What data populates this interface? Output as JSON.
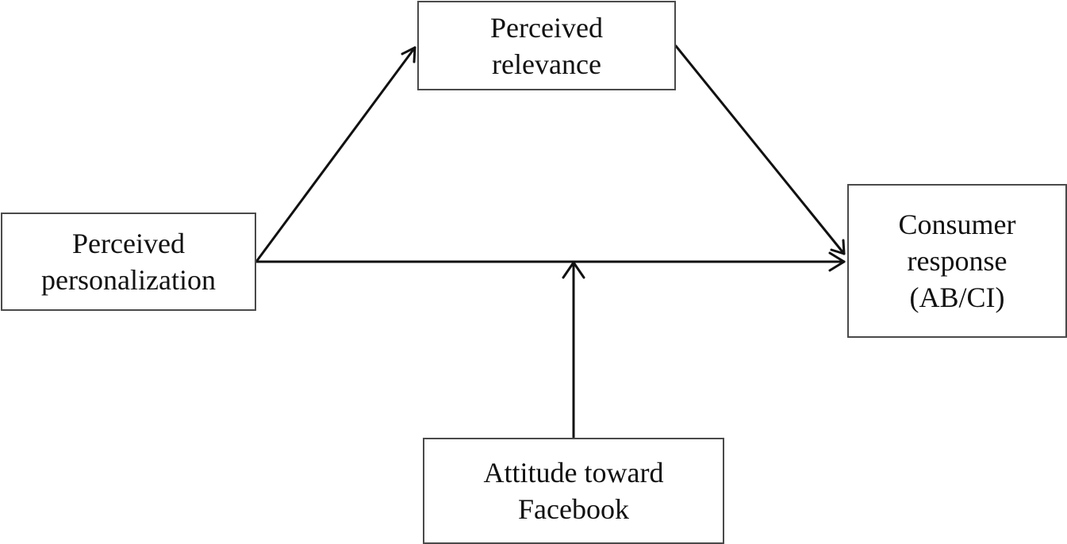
{
  "diagram": {
    "nodes": {
      "relevance": {
        "label": "Perceived\nrelevance"
      },
      "personalization": {
        "label": "Perceived\npersonalization"
      },
      "response": {
        "label": "Consumer\nresponse\n(AB/CI)"
      },
      "attitude": {
        "label": "Attitude toward\nFacebook"
      }
    },
    "edges": [
      {
        "from": "personalization",
        "to": "relevance"
      },
      {
        "from": "relevance",
        "to": "response"
      },
      {
        "from": "personalization",
        "to": "response"
      },
      {
        "from": "attitude",
        "to": "personalization-response-path"
      }
    ],
    "colors": {
      "line": "#111111",
      "box_border": "#4a4a4a"
    }
  }
}
